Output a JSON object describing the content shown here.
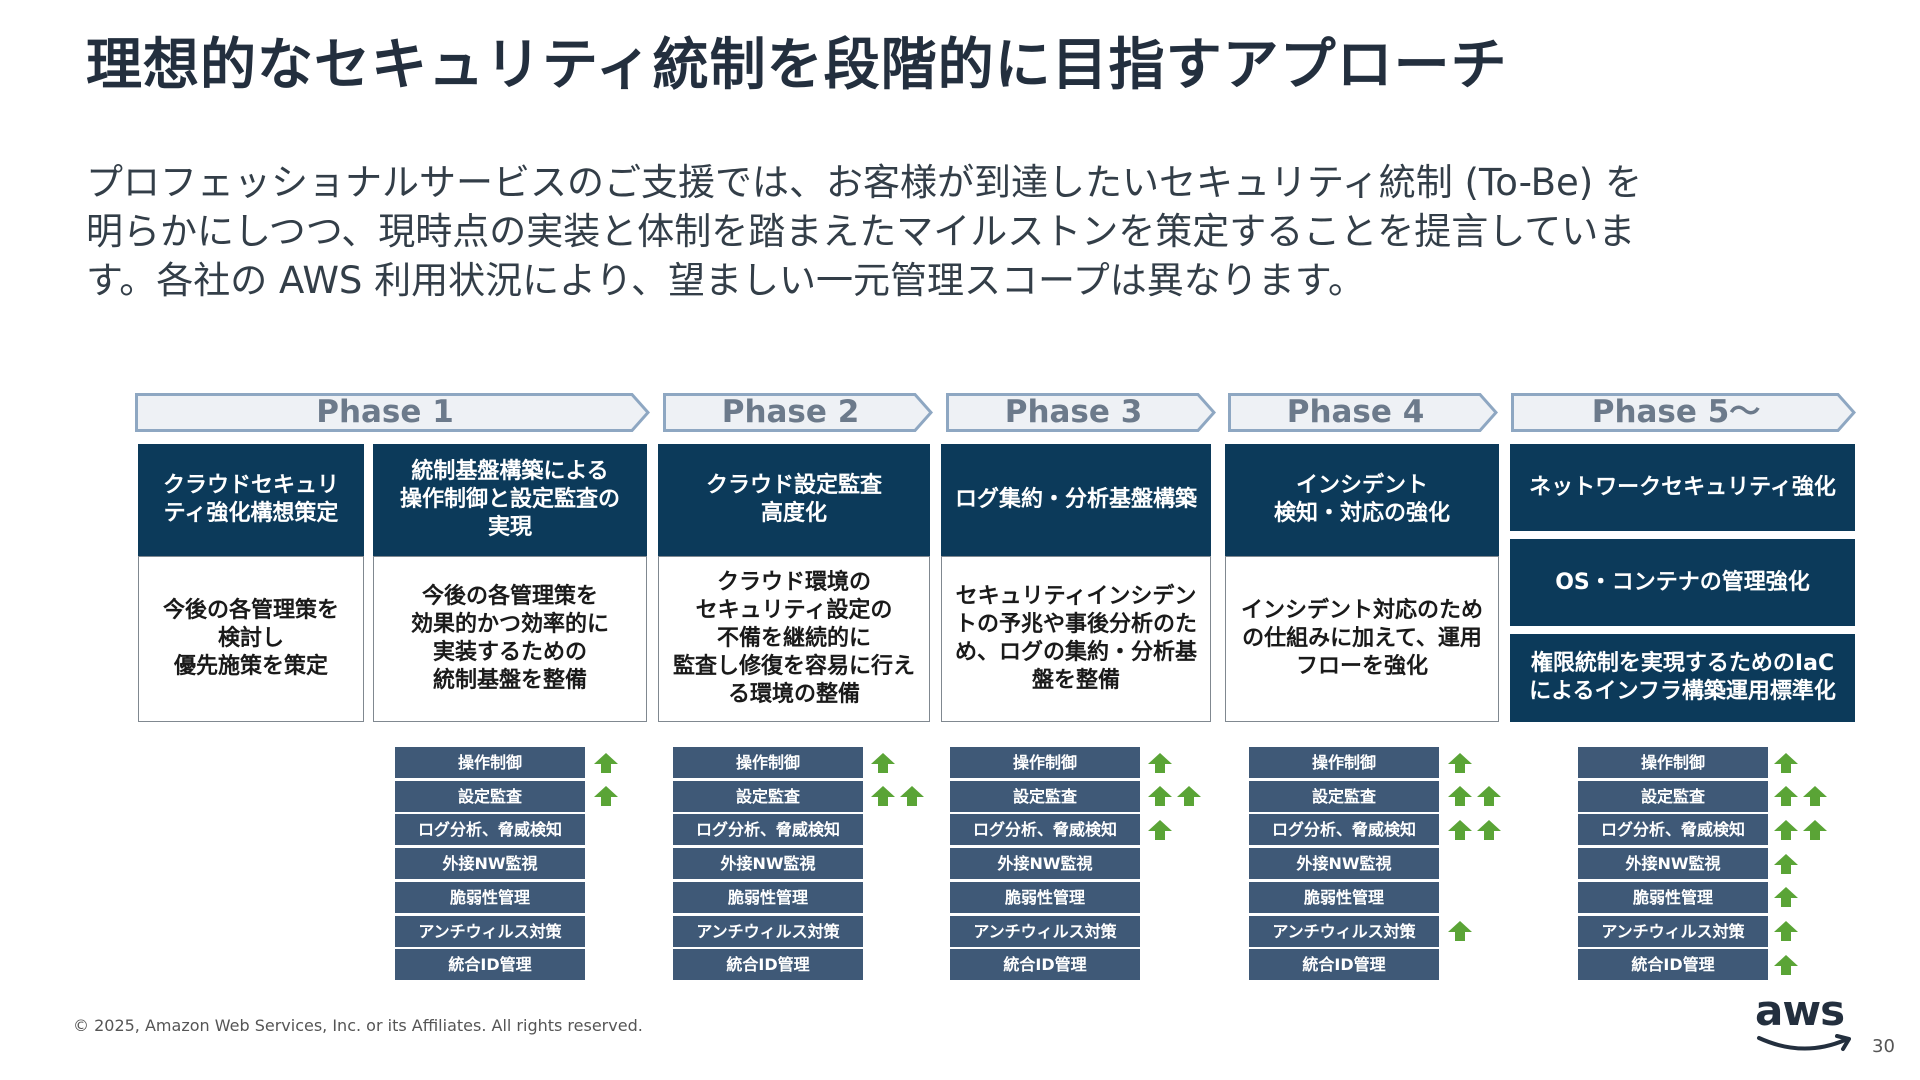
{
  "title": "理想的なセキュリティ統制を段階的に目指すアプローチ",
  "description": [
    "プロフェッショナルサービスのご支援では、お客様が到達したいセキュリティ統制 (To-Be) を",
    "明らかにしつつ、現時点の実装と体制を踏まえたマイルストンを策定することを提言していま",
    "す。各社の AWS 利用状況により、望ましい一元管理スコープは異なります。"
  ],
  "phases": [
    {
      "label": "Phase 1"
    },
    {
      "label": "Phase 2"
    },
    {
      "label": "Phase 3"
    },
    {
      "label": "Phase 4"
    },
    {
      "label": "Phase 5～"
    }
  ],
  "initiatives": [
    {
      "name": "クラウドセキュリ\nティ強化構想策定",
      "detail": "今後の各管理策を\n検討し\n優先施策を策定"
    },
    {
      "name": "統制基盤構築による\n操作制御と設定監査の\n実現",
      "detail": "今後の各管理策を\n効果的かつ効率的に\n実装するための\n統制基盤を整備"
    },
    {
      "name": "クラウド設定監査\n高度化",
      "detail": "クラウド環境の\nセキュリティ設定の\n不備を継続的に\n監査し修復を容易に行え\nる環境の整備"
    },
    {
      "name": "ログ集約・分析基盤構築",
      "detail": "セキュリティインシデン\nトの予兆や事後分析のた\nめ、ログの集約・分析基\n盤を整備"
    },
    {
      "name": "インシデント\n検知・対応の強化",
      "detail": "インシデント対応のため\nの仕組みに加えて、運用\nフローを強化"
    }
  ],
  "phase5_items": [
    "ネットワークセキュリティ強化",
    "OS・コンテナの管理強化",
    "権限統制を実現するためのIaC\nによるインフラ構築運用標準化"
  ],
  "controls": [
    "操作制御",
    "設定監査",
    "ログ分析、脅威検知",
    "外接NW監視",
    "脆弱性管理",
    "アンチウィルス対策",
    "統合ID管理"
  ],
  "control_levels": [
    [
      1,
      1,
      0,
      0,
      0,
      0,
      0
    ],
    [
      1,
      2,
      0,
      0,
      0,
      0,
      0
    ],
    [
      1,
      2,
      1,
      0,
      0,
      0,
      0
    ],
    [
      1,
      2,
      2,
      0,
      0,
      1,
      0
    ],
    [
      1,
      2,
      2,
      1,
      1,
      1,
      1
    ]
  ],
  "colors": {
    "box": "#0c3a5a",
    "control_label": "#3f5977",
    "arrow": "#5aa436",
    "phase_arrow_fill": "#eef1f5",
    "phase_arrow_stroke": "#8ea7c2"
  },
  "footer": "© 2025, Amazon Web Services, Inc. or its Affiliates. All rights reserved.",
  "logo": {
    "text": "aws",
    "icon": "aws-smile-logo"
  },
  "page_number": "30"
}
